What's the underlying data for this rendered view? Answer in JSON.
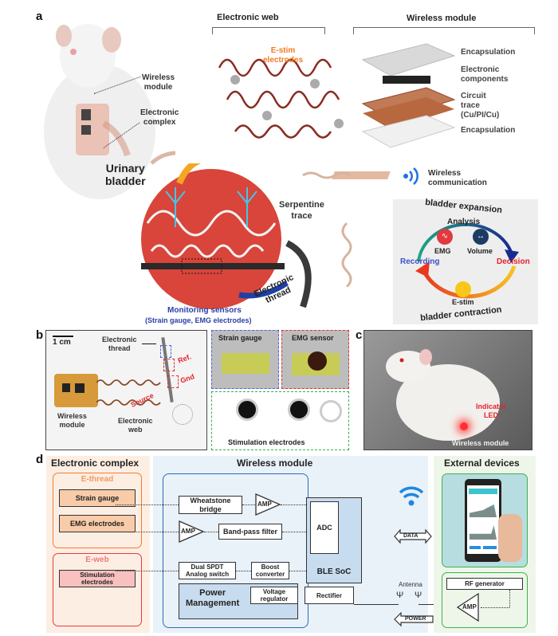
{
  "panel_a": {
    "letter": "a",
    "header_web": "Electronic web",
    "header_module": "Wireless module",
    "rat_labels": {
      "wireless_module": "Wireless\nmodule",
      "electronic_complex": "Electronic\ncomplex",
      "urinary_bladder": "Urinary\nbladder"
    },
    "estim_label": "E-stim\nelectrodes",
    "module_layers": [
      "Encapsulation",
      "Electronic\ncomponents",
      "Circuit trace\n(Cu/PI/Cu)",
      "Encapsulation"
    ],
    "wireless_comm": "Wireless\ncommunication",
    "serpentine": "Serpentine\ntrace",
    "electronic_thread": "Electronic\nthread",
    "monitoring_title": "Monitoring sensors",
    "monitoring_sub": "(Strain gauge, EMG electrodes)",
    "cycle": {
      "top": "bladder expansion",
      "bottom": "bladder contraction",
      "analysis": "Analysis",
      "emg": "EMG",
      "volume": "Volume",
      "recording": "Recording",
      "decision": "Decision",
      "estim": "E-stim"
    },
    "colors": {
      "orange": "#f47a20",
      "blue": "#2b3fa8",
      "red": "#e3232b",
      "bladder": "#d9453a",
      "cyan": "#3fc7ea"
    }
  },
  "panel_b": {
    "letter": "b",
    "scale": "1 cm",
    "electronic_thread": "Electronic\nthread",
    "ref": "Ref.",
    "gnd": "Gnd",
    "source": "Source",
    "wireless_module": "Wireless\nmodule",
    "electronic_web": "Electronic\nweb",
    "strain_gauge": "Strain gauge",
    "emg_sensor": "EMG sensor",
    "stimulation": "Stimulation electrodes"
  },
  "panel_c": {
    "letter": "c",
    "indicator": "Indicator\nLED",
    "wireless_module": "Wireless module"
  },
  "panel_d": {
    "letter": "d",
    "electronic_complex": {
      "title": "Electronic complex",
      "ethread": {
        "title": "E-thread",
        "items": [
          "Strain gauge",
          "EMG electrodes"
        ]
      },
      "eweb": {
        "title": "E-web",
        "items": [
          "Stimulation\nelectrodes"
        ]
      }
    },
    "wireless_module": {
      "title": "Wireless module",
      "wheatstone": "Wheatstone\nbridge",
      "amp": "AMP",
      "bandpass": "Band-pass filter",
      "adc": "ADC",
      "ble": "BLE SoC",
      "boost": "Boost\nconverter",
      "switch": "Dual SPDT\nAnalog switch",
      "power": "Power\nManagement",
      "voltage": "Voltage\nregulator",
      "rectifier": "Rectifier"
    },
    "link": {
      "data": "DATA",
      "power": "POWER",
      "antenna": "Antenna"
    },
    "external": {
      "title": "External devices",
      "rf": "RF generator",
      "amp": "AMP"
    }
  }
}
